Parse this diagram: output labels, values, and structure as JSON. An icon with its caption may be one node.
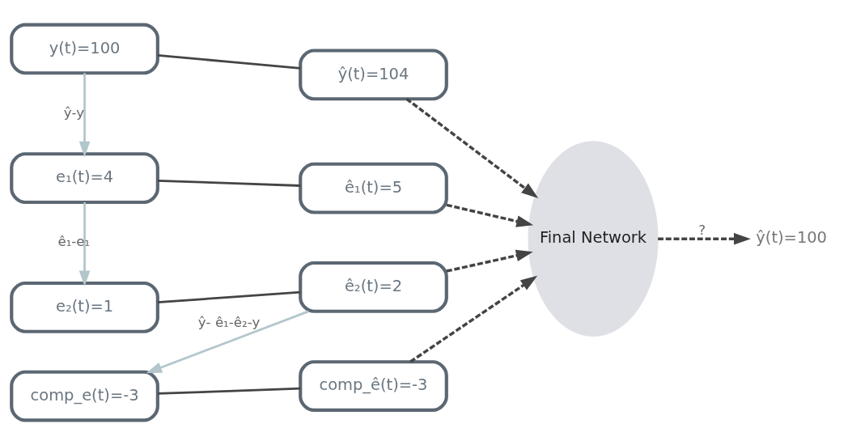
{
  "diagram": {
    "nodes": [
      {
        "text": [
          "y(t)=100"
        ]
      },
      {
        "text": [
          "ŷ(t)=104"
        ]
      },
      {
        "text": [
          "e₁(t)=4"
        ]
      },
      {
        "text": [
          "ê₁(t)=5"
        ]
      },
      {
        "text": [
          "e₂(t)=1"
        ]
      },
      {
        "text": [
          "ê₂(t)=2"
        ]
      },
      {
        "text": [
          "comp_e(t)=-3"
        ]
      },
      {
        "text": [
          "comp_ê(t)=-3"
        ]
      },
      {
        "text": [
          "Final Network"
        ]
      },
      {
        "text": [
          "ŷ(t)=100"
        ]
      }
    ],
    "edges": [
      {
        "from": 0,
        "to": 1,
        "arrow": "none"
      },
      {
        "from": 0,
        "to": 2,
        "arrow": "to",
        "label": "ŷ-y",
        "color": "#b3c6cc"
      },
      {
        "from": 2,
        "to": 3,
        "arrow": "none"
      },
      {
        "from": 2,
        "to": 4,
        "arrow": "to",
        "label": "ê₁-e₁",
        "color": "#b3c6cc"
      },
      {
        "from": 4,
        "to": 5,
        "arrow": "none"
      },
      {
        "from": 5,
        "to": 6,
        "arrow": "to",
        "label": "ŷ- ê₁-ê₂-y",
        "color": "#b3c6cc"
      },
      {
        "from": 6,
        "to": 7,
        "arrow": "none"
      },
      {
        "from": 1,
        "to": 8,
        "arrow": "to",
        "style": "dashed"
      },
      {
        "from": 3,
        "to": 8,
        "arrow": "to",
        "style": "dashed"
      },
      {
        "from": 5,
        "to": 8,
        "arrow": "to",
        "style": "dashed"
      },
      {
        "from": 7,
        "to": 8,
        "arrow": "to",
        "style": "dashed"
      },
      {
        "from": 8,
        "to": 9,
        "arrow": "to",
        "style": "dashed",
        "label": "?"
      }
    ]
  }
}
